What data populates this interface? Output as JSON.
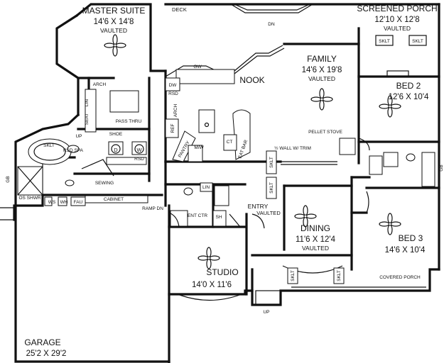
{
  "rooms": {
    "master_suite": {
      "name": "MASTER SUITE",
      "dims": "14'6 X 14'8",
      "note": "VAULTED"
    },
    "screened_porch": {
      "name": "SCREENED PORCH",
      "dims": "12'10 X 12'8",
      "note": "VAULTED"
    },
    "family": {
      "name": "FAMILY",
      "dims": "14'6 X 19'8",
      "note": "VAULTED"
    },
    "bed2": {
      "name": "BED 2",
      "dims": "12'6 X 10'4"
    },
    "bed3": {
      "name": "BED 3",
      "dims": "14'6 X 10'4"
    },
    "dining": {
      "name": "DINING",
      "dims": "11'6 X 12'4",
      "note": "VAULTED"
    },
    "studio": {
      "name": "STUDIO",
      "dims": "14'0 X 11'6"
    },
    "garage": {
      "name": "GARAGE",
      "dims": "25'2 X 29'2"
    },
    "nook": {
      "name": "NOOK"
    },
    "entry": {
      "name": "ENTRY",
      "note": "VAULTED"
    }
  },
  "labels": {
    "deck": "DECK",
    "dn_deck": "DN",
    "gw": "GW",
    "dw": "DW",
    "rsd_kitchen": "RSD",
    "arch_kitchen": "ARCH",
    "arch_bath": "ARCH",
    "lin_bath": "LIN",
    "seat": "SEAT",
    "pass_thru": "PASS THRU",
    "shoe": "SHOE",
    "up": "UP",
    "rsd_spa": "RSD SPA",
    "sklt_spa": "SKLT",
    "d": "D",
    "w": "W",
    "rsd_laundry": "RSD",
    "sewing": "SEWING",
    "gb_left": "GB",
    "os_shwr": "OS SHWR",
    "ws": "WS",
    "wh": "WH",
    "fau": "FAU",
    "cabinet": "CABINET",
    "ramp_dn": "RAMP DN",
    "pantry": "PANTRY",
    "mw": "M/W",
    "ct": "CT",
    "eat_bar": "EAT BAR",
    "ref": "REF",
    "pellet_stove": "PELLET STOVE",
    "half_wall": "½ WALL W/ TRIM",
    "sklt_porch_1": "SKLT",
    "sklt_porch_2": "SKLT",
    "sklt_hall_1": "SKLT",
    "sklt_hall_2": "SKLT",
    "sklt_dining": "SKLT",
    "sklt_porch_front": "SKLT",
    "gb_right": "GB",
    "lin_hall": "LIN",
    "ent_ctr": "ENT CTR",
    "sh": "SH",
    "covered_porch": "COVERED PORCH",
    "up_front": "UP"
  }
}
